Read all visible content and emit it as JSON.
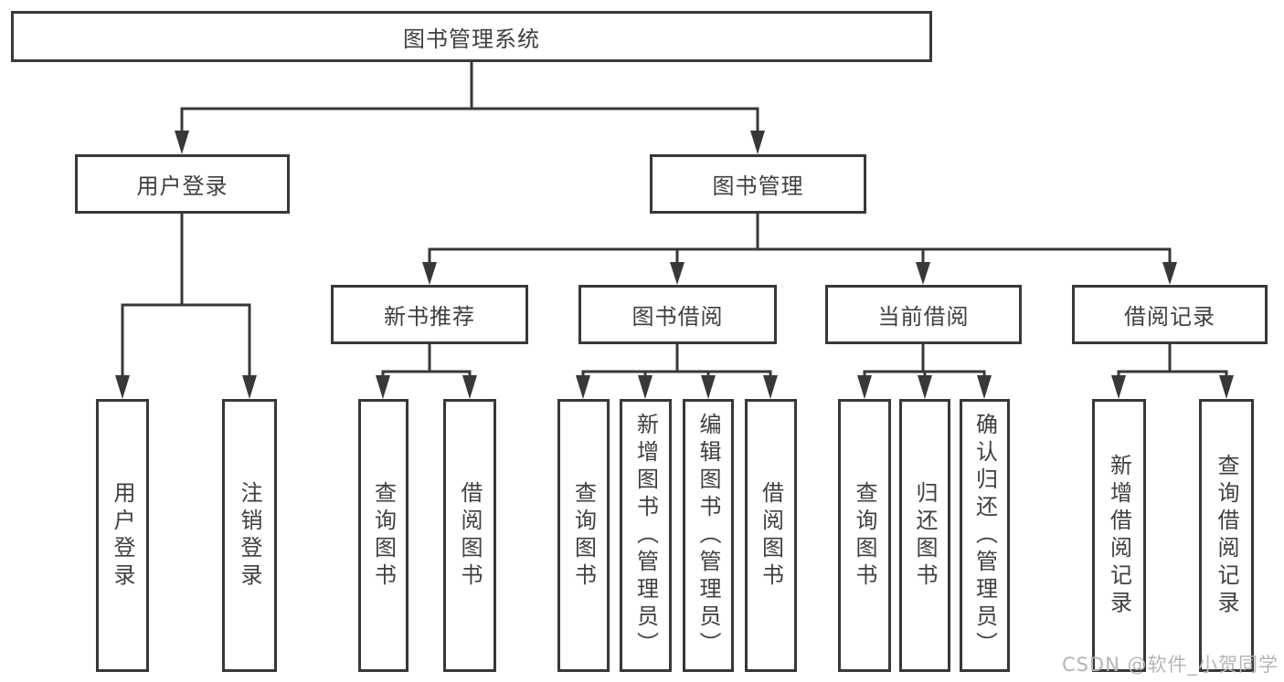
{
  "diagram": {
    "root": {
      "label": "图书管理系统"
    },
    "level2": [
      {
        "label": "用户登录",
        "children": [
          {
            "label": "用户登录"
          },
          {
            "label": "注销登录"
          }
        ]
      },
      {
        "label": "图书管理",
        "children": [
          {
            "label": "新书推荐",
            "children": [
              {
                "label": "查询图书"
              },
              {
                "label": "借阅图书"
              }
            ]
          },
          {
            "label": "图书借阅",
            "children": [
              {
                "label": "查询图书"
              },
              {
                "label": "新增图书（管理员）"
              },
              {
                "label": "编辑图书（管理员）"
              },
              {
                "label": "借阅图书"
              }
            ]
          },
          {
            "label": "当前借阅",
            "children": [
              {
                "label": "查询图书"
              },
              {
                "label": "归还图书"
              },
              {
                "label": "确认归还（管理员）"
              }
            ]
          },
          {
            "label": "借阅记录",
            "children": [
              {
                "label": "新增借阅记录"
              },
              {
                "label": "查询借阅记录"
              }
            ]
          }
        ]
      }
    ]
  },
  "watermark": {
    "text": "CSDN @软件_小贺同学"
  },
  "colors": {
    "line": "#383838",
    "text": "#3f3f3f",
    "watermark_text": "#b5b5b5",
    "background": "#ffffff"
  }
}
